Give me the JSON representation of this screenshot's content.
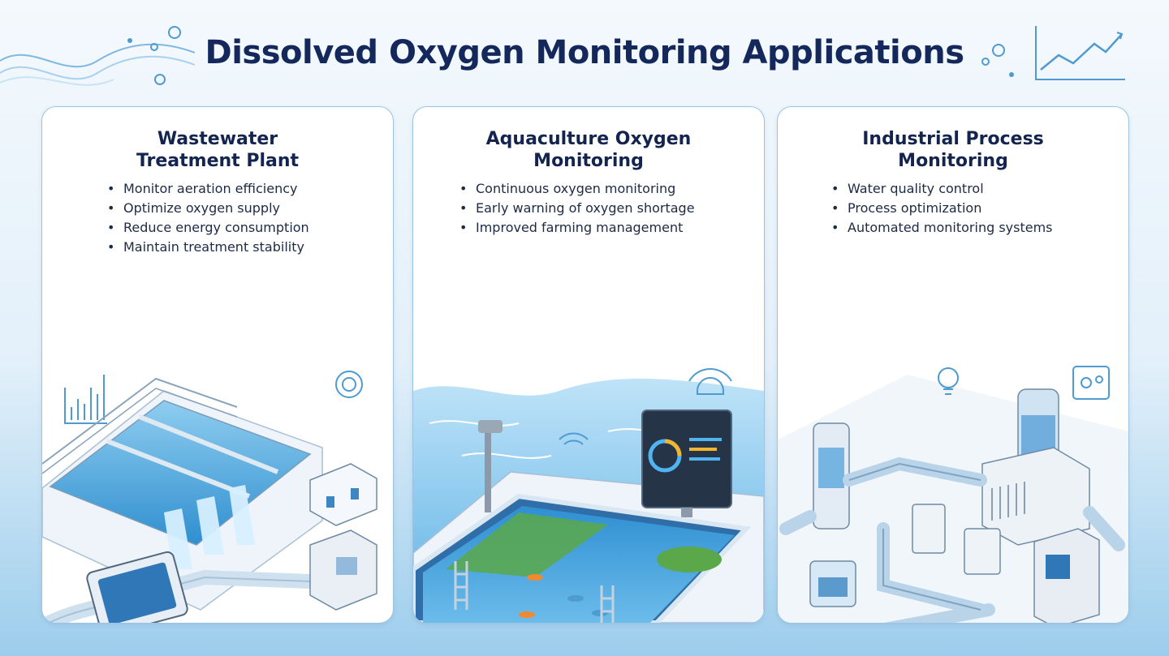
{
  "title": "Dissolved Oxygen Monitoring Applications",
  "colors": {
    "title": "#14285c",
    "water": "#4aa7dd",
    "card_border": "#9cc3e2",
    "accent_orange": "#f08a2e",
    "plant_green": "#5aa84a"
  },
  "cards": [
    {
      "title": "Wastewater\nTreatment Plant",
      "bullets": [
        "Monitor aeration efficiency",
        "Optimize oxygen supply",
        "Reduce energy consumption",
        "Maintain treatment stability"
      ],
      "illustration": "wastewater-treatment-plant-illustration"
    },
    {
      "title": "Aquaculture Oxygen\nMonitoring",
      "bullets": [
        "Continuous oxygen monitoring",
        "Early warning of oxygen shortage",
        "Improved farming management"
      ],
      "illustration": "aquaculture-pond-illustration"
    },
    {
      "title": "Industrial Process\nMonitoring",
      "bullets": [
        "Water quality control",
        "Process optimization",
        "Automated monitoring systems"
      ],
      "illustration": "industrial-pipeline-illustration"
    }
  ]
}
